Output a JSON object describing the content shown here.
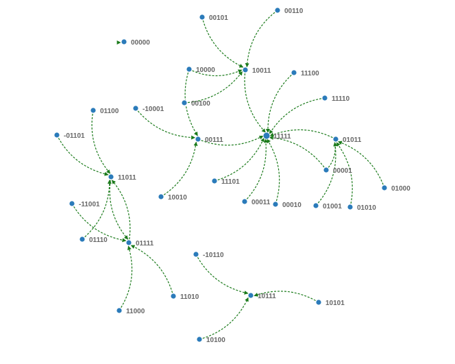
{
  "graph": {
    "node_color": "#2b7bba",
    "edge_color": "#1a7a1a",
    "label_color": "#666666",
    "nodes": [
      {
        "id": "00000"
      },
      {
        "id": "00101"
      },
      {
        "id": "00110"
      },
      {
        "id": "10011"
      },
      {
        "id": "10000"
      },
      {
        "id": "11100"
      },
      {
        "id": "00100"
      },
      {
        "id": "01100"
      },
      {
        "id": "-10001"
      },
      {
        "id": "11110"
      },
      {
        "id": "11111"
      },
      {
        "id": "00111"
      },
      {
        "id": "01011"
      },
      {
        "id": "-01101"
      },
      {
        "id": "00001"
      },
      {
        "id": "11011"
      },
      {
        "id": "11101"
      },
      {
        "id": "01000"
      },
      {
        "id": "10010"
      },
      {
        "id": "00011"
      },
      {
        "id": "00010"
      },
      {
        "id": "01001"
      },
      {
        "id": "01010"
      },
      {
        "id": "-11001"
      },
      {
        "id": "01110"
      },
      {
        "id": "01111"
      },
      {
        "id": "-10110"
      },
      {
        "id": "11010"
      },
      {
        "id": "10111"
      },
      {
        "id": "10101"
      },
      {
        "id": "11000"
      },
      {
        "id": "10100"
      }
    ],
    "edges": [
      [
        "00101",
        "10011"
      ],
      [
        "00110",
        "10011"
      ],
      [
        "10000",
        "10011"
      ],
      [
        "00100",
        "10011"
      ],
      [
        "10011",
        "11111"
      ],
      [
        "11100",
        "11111"
      ],
      [
        "11110",
        "11111"
      ],
      [
        "00111",
        "11111"
      ],
      [
        "01011",
        "11111"
      ],
      [
        "00001",
        "11111"
      ],
      [
        "11101",
        "11111"
      ],
      [
        "00011",
        "11111"
      ],
      [
        "00010",
        "11111"
      ],
      [
        "10000",
        "00111"
      ],
      [
        "-10001",
        "00111"
      ],
      [
        "10010",
        "00111"
      ],
      [
        "00001",
        "01011"
      ],
      [
        "01000",
        "01011"
      ],
      [
        "01001",
        "01011"
      ],
      [
        "01010",
        "01011"
      ],
      [
        "01100",
        "11011"
      ],
      [
        "-01101",
        "11011"
      ],
      [
        "01110",
        "11011"
      ],
      [
        "01111",
        "11011"
      ],
      [
        "11011",
        "01111"
      ],
      [
        "-11001",
        "01111"
      ],
      [
        "11010",
        "01111"
      ],
      [
        "11000",
        "01111"
      ],
      [
        "-10110",
        "10111"
      ],
      [
        "10101",
        "10111"
      ],
      [
        "10100",
        "10111"
      ]
    ]
  }
}
